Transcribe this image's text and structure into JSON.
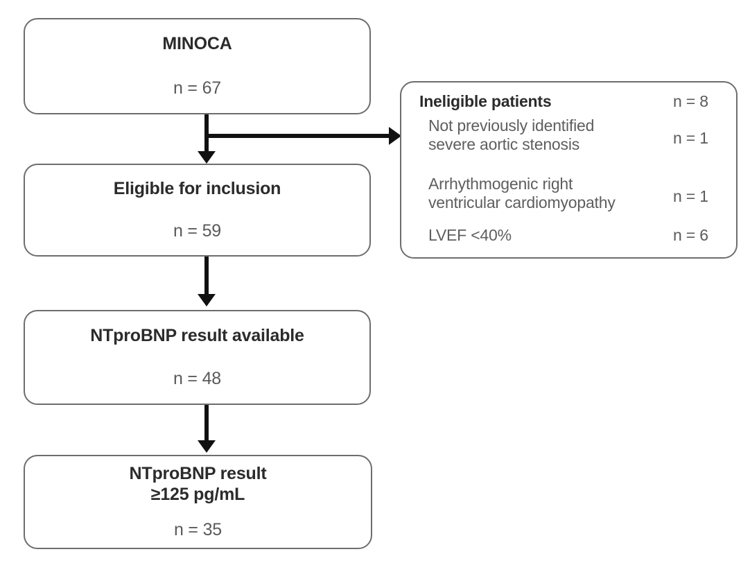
{
  "chart_data": {
    "type": "diagram",
    "diagram_kind": "patient-flow-chart",
    "title": "",
    "nodes": [
      {
        "id": "minoca",
        "title": "MINOCA",
        "count": "n = 67",
        "n": 67
      },
      {
        "id": "eligible",
        "title": "Eligible for inclusion",
        "count": "n = 59",
        "n": 59
      },
      {
        "id": "available",
        "title": "NTproBNP result available",
        "count": "n = 48",
        "n": 48
      },
      {
        "id": "threshold",
        "title": "NTproBNP result\n≥125 pg/mL",
        "count": "n = 35",
        "n": 35
      }
    ],
    "exclusion_box": {
      "heading": "Ineligible patients",
      "heading_count": "n = 8",
      "heading_n": 8,
      "reasons": [
        {
          "label": "Not previously identified severe aortic stenosis",
          "count": "n = 1",
          "n": 1
        },
        {
          "label": "Arrhythmogenic right ventricular cardiomyopathy",
          "count": "n = 1",
          "n": 1
        },
        {
          "label": "LVEF <40%",
          "count": "n = 6",
          "n": 6
        }
      ]
    },
    "edges": [
      {
        "from": "minoca",
        "to": "eligible",
        "kind": "arrow-down"
      },
      {
        "from": "minoca",
        "to": "ineligible",
        "kind": "arrow-right-branch"
      },
      {
        "from": "eligible",
        "to": "available",
        "kind": "arrow-down"
      },
      {
        "from": "available",
        "to": "threshold",
        "kind": "arrow-down"
      }
    ]
  },
  "boxes": {
    "minoca": {
      "title": "MINOCA",
      "count": "n = 67"
    },
    "eligible": {
      "title": "Eligible for inclusion",
      "count": "n = 59"
    },
    "available": {
      "title": "NTproBNP result available",
      "count": "n = 48"
    },
    "threshold": {
      "title_line1": "NTproBNP result",
      "title_line2": "≥125 pg/mL",
      "count": "n = 35"
    },
    "ineligible": {
      "heading": "Ineligible patients",
      "heading_count": "n = 8",
      "reason1_line1": "Not previously identified",
      "reason1_line2": "severe aortic stenosis",
      "reason1_count": "n = 1",
      "reason2_line1": "Arrhythmogenic right",
      "reason2_line2": "ventricular cardiomyopathy",
      "reason2_count": "n = 1",
      "reason3_line1": "LVEF <40%",
      "reason3_count": "n = 6"
    }
  },
  "colors": {
    "box_border": "#6d6d6d",
    "title_text": "#2b2b2b",
    "count_text": "#5a5a5a",
    "connector": "#111111",
    "background": "#ffffff"
  }
}
